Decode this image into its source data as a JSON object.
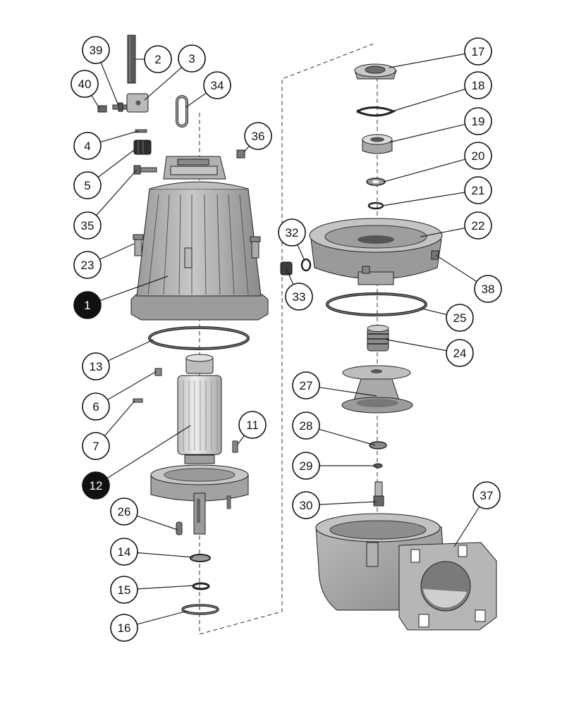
{
  "diagram": {
    "callouts": [
      {
        "id": "c39",
        "label": "39",
        "filled": false
      },
      {
        "id": "c2",
        "label": "2",
        "filled": false
      },
      {
        "id": "c3",
        "label": "3",
        "filled": false
      },
      {
        "id": "c40",
        "label": "40",
        "filled": false
      },
      {
        "id": "c34",
        "label": "34",
        "filled": false
      },
      {
        "id": "c4",
        "label": "4",
        "filled": false
      },
      {
        "id": "c36",
        "label": "36",
        "filled": false
      },
      {
        "id": "c5",
        "label": "5",
        "filled": false
      },
      {
        "id": "c35",
        "label": "35",
        "filled": false
      },
      {
        "id": "c23",
        "label": "23",
        "filled": false
      },
      {
        "id": "c1",
        "label": "1",
        "filled": true
      },
      {
        "id": "c13",
        "label": "13",
        "filled": false
      },
      {
        "id": "c6",
        "label": "6",
        "filled": false
      },
      {
        "id": "c7",
        "label": "7",
        "filled": false
      },
      {
        "id": "c11",
        "label": "11",
        "filled": false
      },
      {
        "id": "c12",
        "label": "12",
        "filled": true
      },
      {
        "id": "c26",
        "label": "26",
        "filled": false
      },
      {
        "id": "c14",
        "label": "14",
        "filled": false
      },
      {
        "id": "c15",
        "label": "15",
        "filled": false
      },
      {
        "id": "c16",
        "label": "16",
        "filled": false
      },
      {
        "id": "c17",
        "label": "17",
        "filled": false
      },
      {
        "id": "c18",
        "label": "18",
        "filled": false
      },
      {
        "id": "c19",
        "label": "19",
        "filled": false
      },
      {
        "id": "c20",
        "label": "20",
        "filled": false
      },
      {
        "id": "c21",
        "label": "21",
        "filled": false
      },
      {
        "id": "c22",
        "label": "22",
        "filled": false
      },
      {
        "id": "c32",
        "label": "32",
        "filled": false
      },
      {
        "id": "c33",
        "label": "33",
        "filled": false
      },
      {
        "id": "c38",
        "label": "38",
        "filled": false
      },
      {
        "id": "c25",
        "label": "25",
        "filled": false
      },
      {
        "id": "c24",
        "label": "24",
        "filled": false
      },
      {
        "id": "c27",
        "label": "27",
        "filled": false
      },
      {
        "id": "c28",
        "label": "28",
        "filled": false
      },
      {
        "id": "c29",
        "label": "29",
        "filled": false
      },
      {
        "id": "c30",
        "label": "30",
        "filled": false
      },
      {
        "id": "c37",
        "label": "37",
        "filled": false
      }
    ],
    "colors": {
      "part_fill": "#a9a9a9",
      "part_light": "#d2d2d2",
      "part_dark": "#6e6e6e",
      "outline": "#2a2a2a",
      "callout_filled": "#111111"
    }
  }
}
